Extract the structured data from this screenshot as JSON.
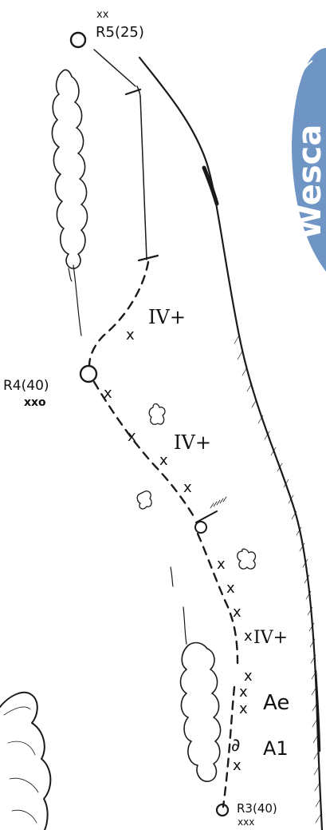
{
  "belays": [
    {
      "label": "R5(25)",
      "marks": "xx"
    },
    {
      "label": "R4(40)",
      "marks": "xxo"
    },
    {
      "label": "R3(40)",
      "marks": "xxx"
    }
  ],
  "grades": {
    "upper": "IV+",
    "middle": "IV+",
    "lower": "IV+",
    "aid_ae": "Ae",
    "aid_a1": "A1"
  },
  "logo": {
    "text": "Wesca",
    "color": "#6f95c4"
  },
  "colors": {
    "ink": "#1a1a1a",
    "paper": "#ffffff",
    "logo_blue": "#6f95c4"
  }
}
